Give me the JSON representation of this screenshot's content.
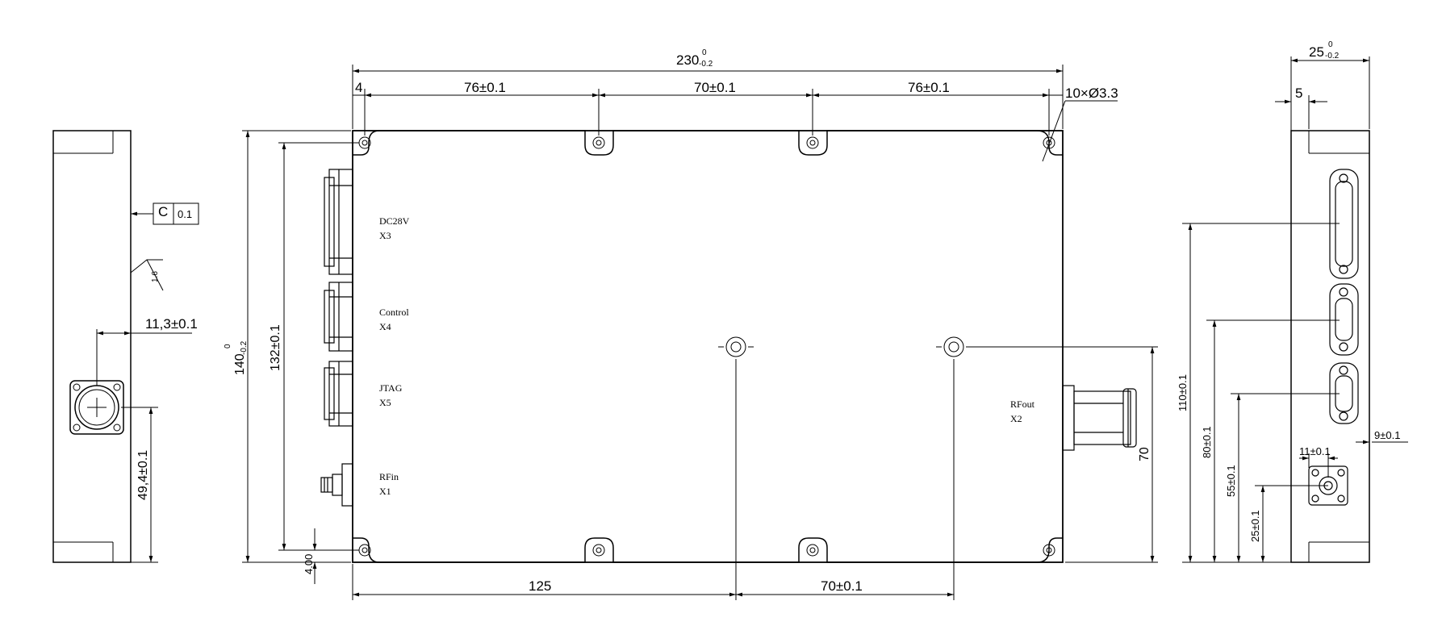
{
  "dimensions": {
    "overall_width": "230",
    "overall_width_tol_upper": "0",
    "overall_width_tol_lower": "-0.2",
    "left_offset": "4",
    "spacing_a": "76±0.1",
    "spacing_b": "70±0.1",
    "spacing_c": "76±0.1",
    "holes": "10×Ø3.3",
    "height": "140",
    "height_tol_upper": "0",
    "height_tol_lower": "-0.2",
    "inner_height": "132±0.1",
    "bottom_offset": "4.00",
    "bottom_125": "125",
    "bottom_70": "70±0.1",
    "right_70": "70"
  },
  "side_view_left": {
    "flatness_datum": "C",
    "flatness_value": "0.1",
    "roughness": "1.6",
    "connector_offset": "11,3±0.1",
    "connector_height": "49,4±0.1"
  },
  "side_view_right": {
    "depth": "25",
    "depth_tol_upper": "0",
    "depth_tol_lower": "-0.2",
    "lip": "5",
    "h110": "110±0.1",
    "h80": "80±0.1",
    "h55": "55±0.1",
    "h25": "25±0.1",
    "w11": "11±0.1",
    "w9": "9±0.1"
  },
  "connectors": {
    "dc_label": "DC28V",
    "dc_id": "X3",
    "ctrl_label": "Control",
    "ctrl_id": "X4",
    "jtag_label": "JTAG",
    "jtag_id": "X5",
    "rfin_label": "RFin",
    "rfin_id": "X1",
    "rfout_label": "RFout",
    "rfout_id": "X2"
  }
}
